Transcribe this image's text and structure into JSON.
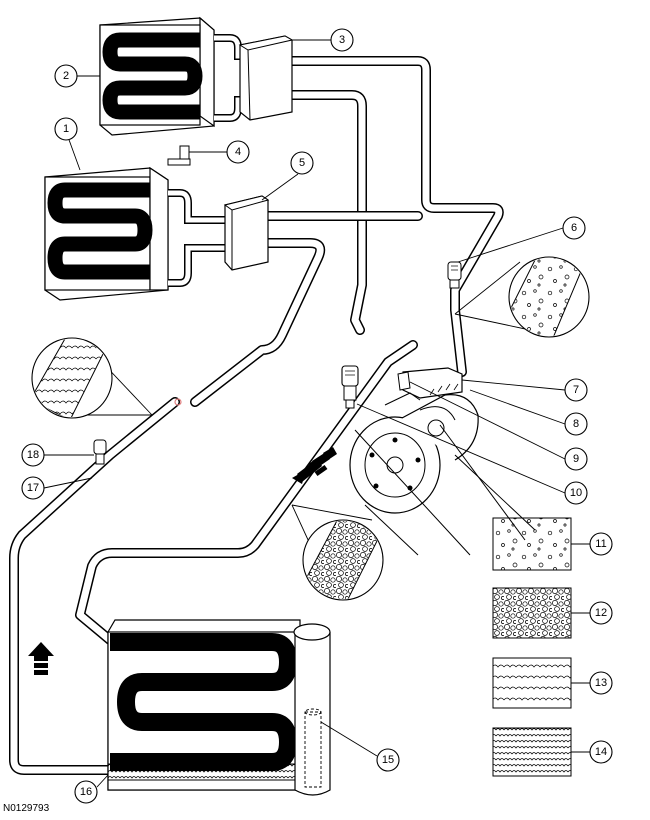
{
  "figure": {
    "id": "N0129793"
  },
  "callouts": [
    {
      "label": "1"
    },
    {
      "label": "2"
    },
    {
      "label": "3"
    },
    {
      "label": "4"
    },
    {
      "label": "5"
    },
    {
      "label": "6"
    },
    {
      "label": "7"
    },
    {
      "label": "8"
    },
    {
      "label": "9"
    },
    {
      "label": "10"
    },
    {
      "label": "11"
    },
    {
      "label": "12"
    },
    {
      "label": "13"
    },
    {
      "label": "14"
    },
    {
      "label": "15"
    },
    {
      "label": "16"
    },
    {
      "label": "17"
    },
    {
      "label": "18"
    }
  ],
  "legend": [
    {
      "callout": "11",
      "pattern": "sparse-bubbles"
    },
    {
      "callout": "12",
      "pattern": "dense-bubbles"
    },
    {
      "callout": "13",
      "pattern": "sparse-waves"
    },
    {
      "callout": "14",
      "pattern": "dense-waves"
    }
  ],
  "flow_arrows": [
    {
      "direction": "down-left"
    },
    {
      "direction": "up"
    }
  ],
  "colors": {
    "line": "#000000",
    "background": "#ffffff",
    "service_port_accent": "#e08080"
  }
}
